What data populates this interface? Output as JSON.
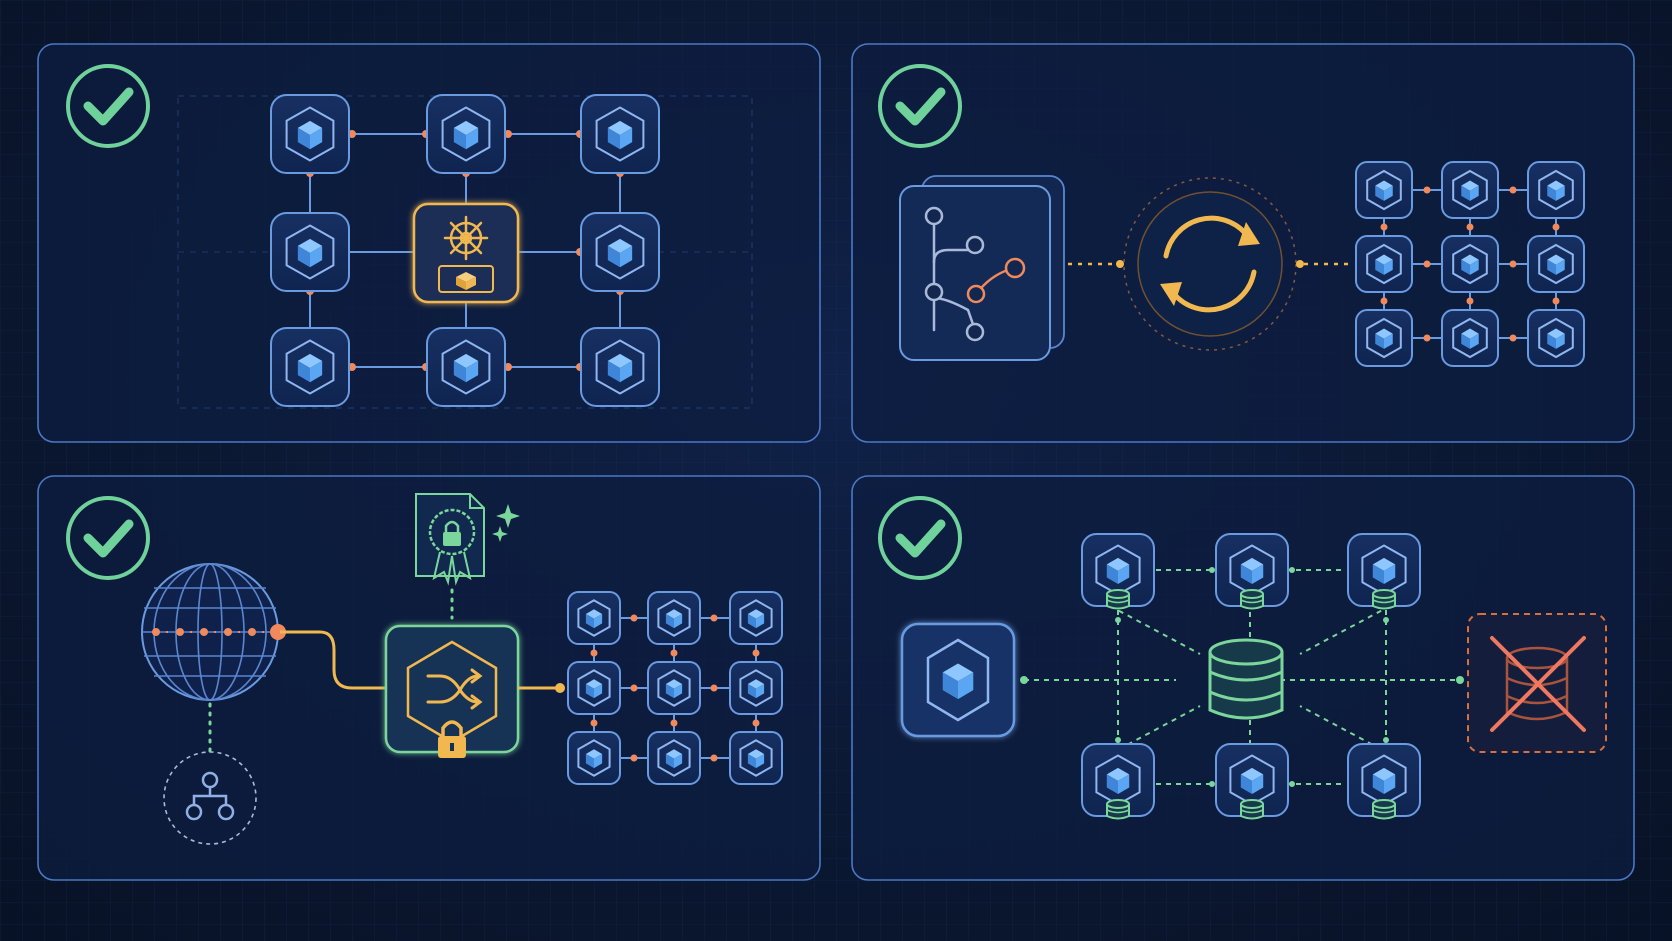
{
  "colors": {
    "background": "#0b1630",
    "panel_fill": "#0f1f44",
    "panel_border": "#4a78c4",
    "check": "#6fd29a",
    "cube": "#4a90e2",
    "node_border": "#6a9ae0",
    "connector_orange": "#f08a5d",
    "accent_yellow": "#f2b850",
    "accent_green": "#7bd69b",
    "fail_red": "#f07860"
  },
  "panels": [
    {
      "id": "cluster-topology",
      "status_icon": "check-circle-icon",
      "icons": [
        "cube-node-icon",
        "kubernetes-helm-icon",
        "container-box-icon"
      ]
    },
    {
      "id": "gitops-sync",
      "status_icon": "check-circle-icon",
      "icons": [
        "git-branch-repo-icon",
        "sync-arrows-icon",
        "cube-node-icon"
      ]
    },
    {
      "id": "secure-ingress",
      "status_icon": "check-circle-icon",
      "icons": [
        "globe-icon",
        "hierarchy-icon",
        "certificate-lock-icon",
        "shuffle-gateway-icon",
        "padlock-icon",
        "sparkle-icon",
        "cube-node-icon"
      ]
    },
    {
      "id": "data-replication",
      "status_icon": "check-circle-icon",
      "icons": [
        "cube-node-icon",
        "database-icon",
        "database-failed-icon"
      ]
    }
  ]
}
